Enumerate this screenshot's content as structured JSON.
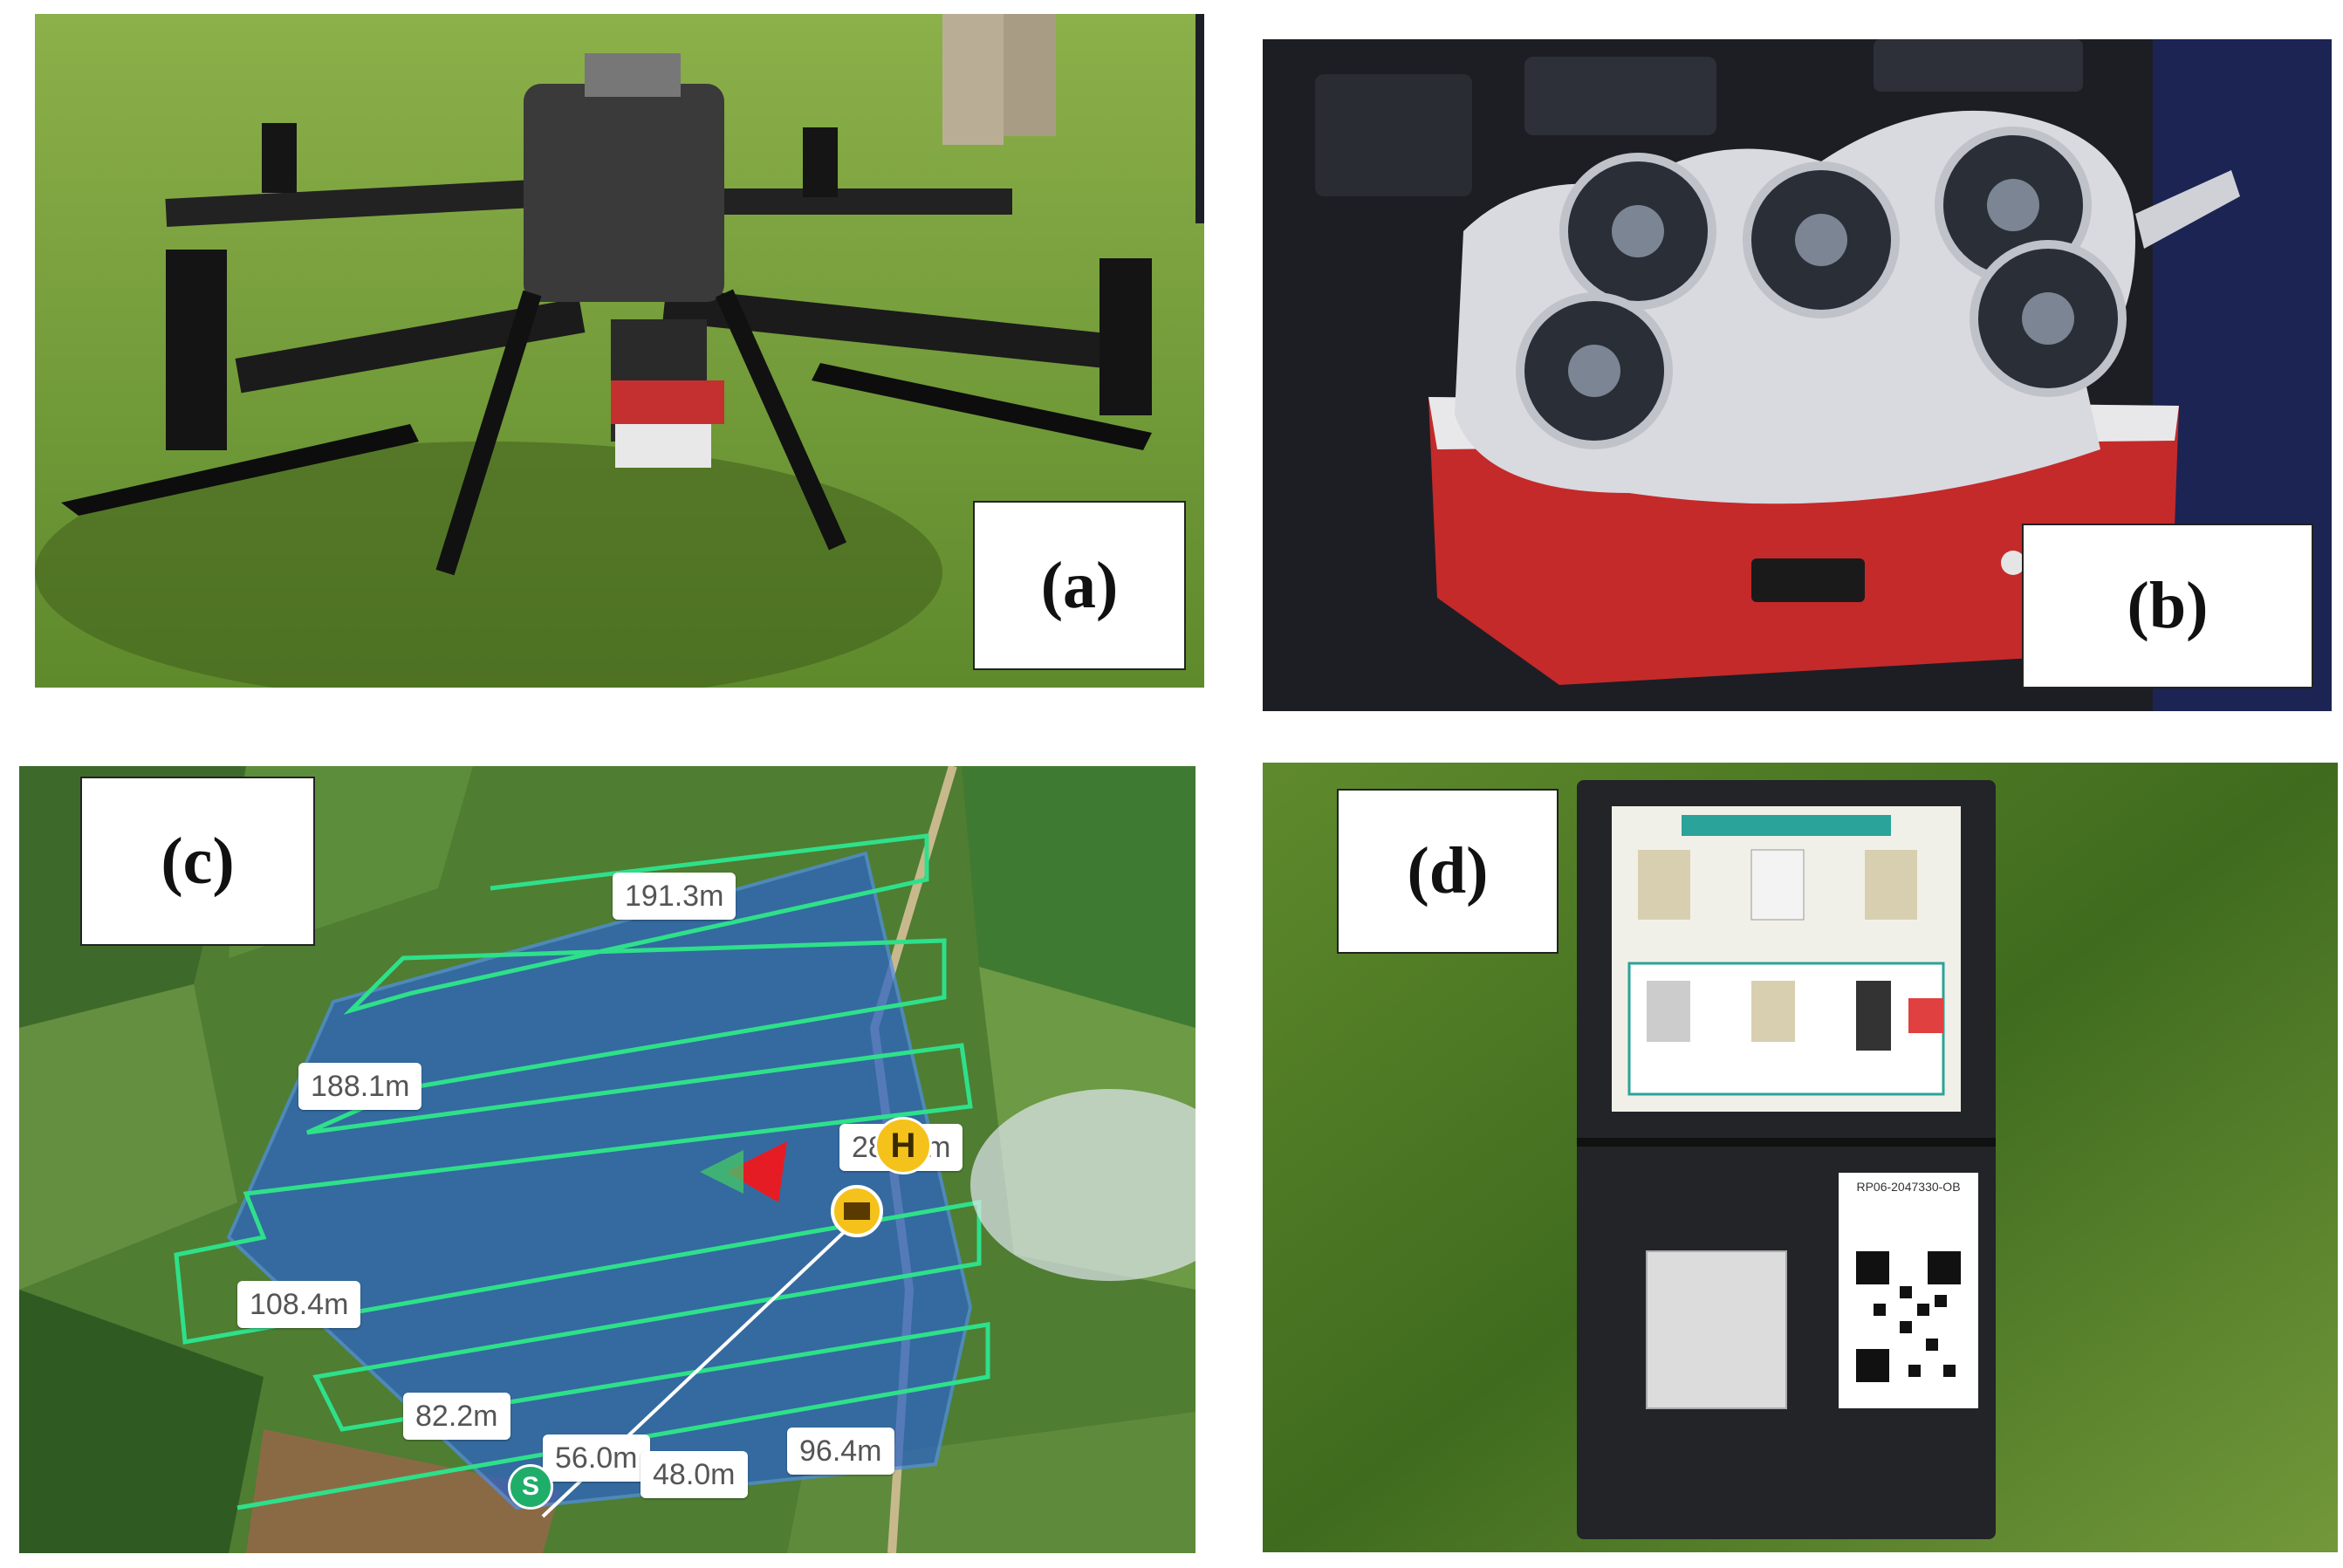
{
  "panels": {
    "a": {
      "label": "(a)",
      "icon": "drone-icon"
    },
    "b": {
      "label": "(b)",
      "icon": "multispectral-camera-icon"
    },
    "c": {
      "label": "(c)",
      "icon": "flight-plan-map-icon",
      "distances": [
        "191.3m",
        "188.1m",
        "28_.0m",
        "108.4m",
        "82.2m",
        "56.0m",
        "48.0m",
        "96.4m"
      ],
      "home_marker": "H",
      "start_marker": "S"
    },
    "d": {
      "label": "(d)",
      "icon": "calibration-panel-icon",
      "serial": "RP06-2047330-OB"
    }
  },
  "colors": {
    "grass": "#6f9a3a",
    "flight_line": "#2ee08a",
    "coverage": "#2a63c9",
    "camera_red": "#c42a2a",
    "home_marker": "#f4c21b",
    "start_marker": "#1fae69"
  }
}
